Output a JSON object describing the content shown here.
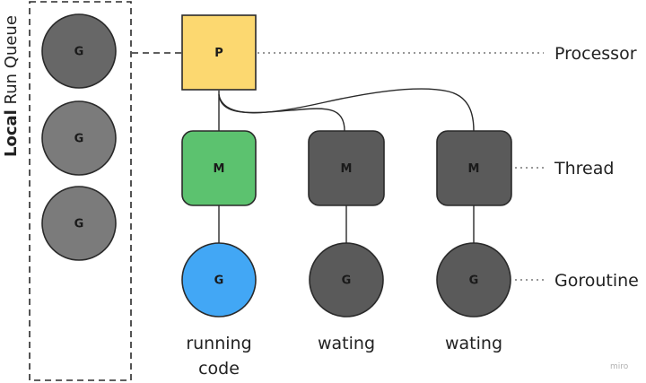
{
  "queue": {
    "title_bold": "Local",
    "title_rest": " Run Queue",
    "items": [
      {
        "label": "G"
      },
      {
        "label": "G"
      },
      {
        "label": "G"
      }
    ]
  },
  "processor": {
    "label": "P"
  },
  "threads": [
    {
      "label": "M",
      "state": "running"
    },
    {
      "label": "M",
      "state": "waiting"
    },
    {
      "label": "M",
      "state": "waiting"
    }
  ],
  "goroutines": [
    {
      "label": "G",
      "caption_line1": "running",
      "caption_line2": "code"
    },
    {
      "label": "G",
      "caption_line1": "wating",
      "caption_line2": ""
    },
    {
      "label": "G",
      "caption_line1": "wating",
      "caption_line2": ""
    }
  ],
  "legend": {
    "processor": "Processor",
    "thread": "Thread",
    "goroutine": "Goroutine"
  },
  "watermark": "miro",
  "colors": {
    "queue_goroutine_dark": "#666666",
    "queue_goroutine_light": "#7a7a7a",
    "processor": "#fcd870",
    "thread_running": "#5cc26f",
    "thread_idle": "#5a5a5a",
    "goroutine_running": "#42a7f5",
    "goroutine_idle": "#5a5a5a",
    "stroke": "#2a2a2a"
  }
}
